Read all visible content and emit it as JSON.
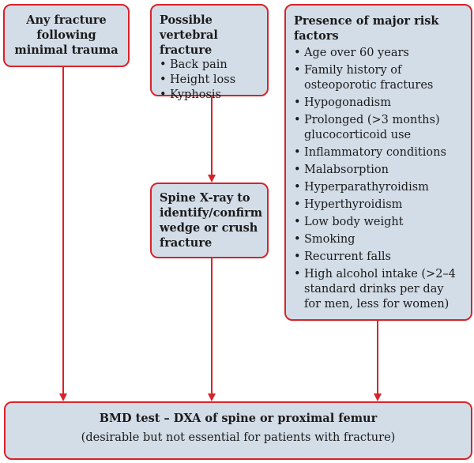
{
  "boxes": {
    "minimal_trauma": {
      "text": "Any fracture following minimal trauma"
    },
    "vertebral": {
      "title": "Possible vertebral fracture",
      "items": [
        "Back pain",
        "Height loss",
        "Kyphosis"
      ]
    },
    "risk_factors": {
      "title": "Presence of major risk factors",
      "items": [
        "Age over 60 years",
        "Family history of osteoporotic fractures",
        "Hypogonadism",
        "Prolonged (>3 months) glucocorticoid use",
        "Inflammatory conditions",
        "Malabsorption",
        "Hyperparathyroidism",
        "Hyperthyroidism",
        "Low body weight",
        "Smoking",
        "Recurrent falls",
        "High alcohol intake (>2–4 standard drinks per day for men, less for women)"
      ]
    },
    "xray": {
      "text": "Spine X-ray to identify/confirm wedge or crush fracture"
    },
    "bmd": {
      "line1": "BMD test – DXA of spine or proximal femur",
      "line2": "(desirable but not essential for patients with fracture)"
    }
  },
  "colors": {
    "box_fill": "#d3dde8",
    "border": "#d8232a",
    "arrow": "#d8232a"
  }
}
